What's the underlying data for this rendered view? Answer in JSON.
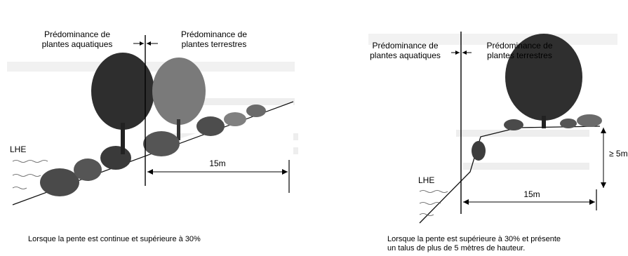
{
  "left": {
    "label_aquatic_l1": "Prédominance de",
    "label_aquatic_l2": "plantes aquatiques",
    "label_terrestrial_l1": "Prédominance de",
    "label_terrestrial_l2": "plantes terrestres",
    "water_label": "LHE",
    "distance_label": "15m",
    "caption": "Lorsque la pente est continue et supérieure à 30%"
  },
  "right": {
    "label_aquatic_l1": "Prédominance de",
    "label_aquatic_l2": "plantes aquatiques",
    "label_terrestrial_l1": "Prédominance de",
    "label_terrestrial_l2": "plantes terrestres",
    "water_label": "LHE",
    "height_label": "≥ 5m",
    "distance_label": "15m",
    "caption_l1": "Lorsque la pente est supérieure à 30% et présente",
    "caption_l2": "un talus de plus de 5 mètres de hauteur."
  }
}
